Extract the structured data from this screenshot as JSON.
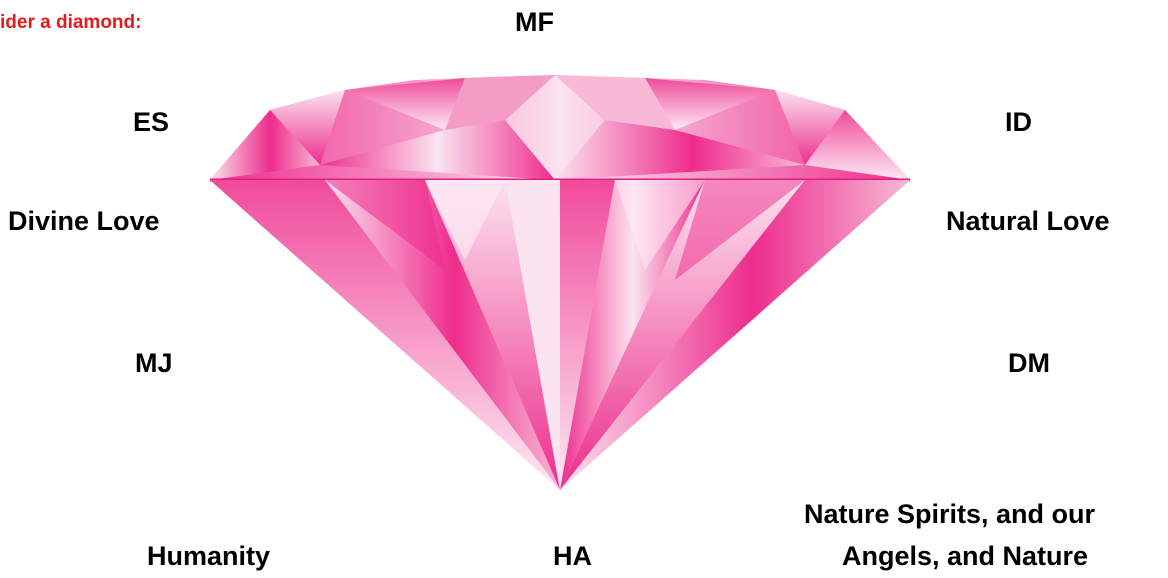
{
  "intro": "ider a diamond:",
  "labels": {
    "top": "MF",
    "upper_left": "ES",
    "upper_right": "ID",
    "mid_left": "Divine Love",
    "mid_right": "Natural Love",
    "lower_left": "MJ",
    "lower_right": "DM",
    "bottom_left": "Humanity",
    "bottom_center": "HA",
    "bottom_right_line1": "Nature Spirits, and our",
    "bottom_right_line2": "Angels, and Nature"
  },
  "colors": {
    "intro_text": "#e31b1b",
    "diamond_pink": "#ee2c8c",
    "diamond_light": "#fbe3ef"
  }
}
